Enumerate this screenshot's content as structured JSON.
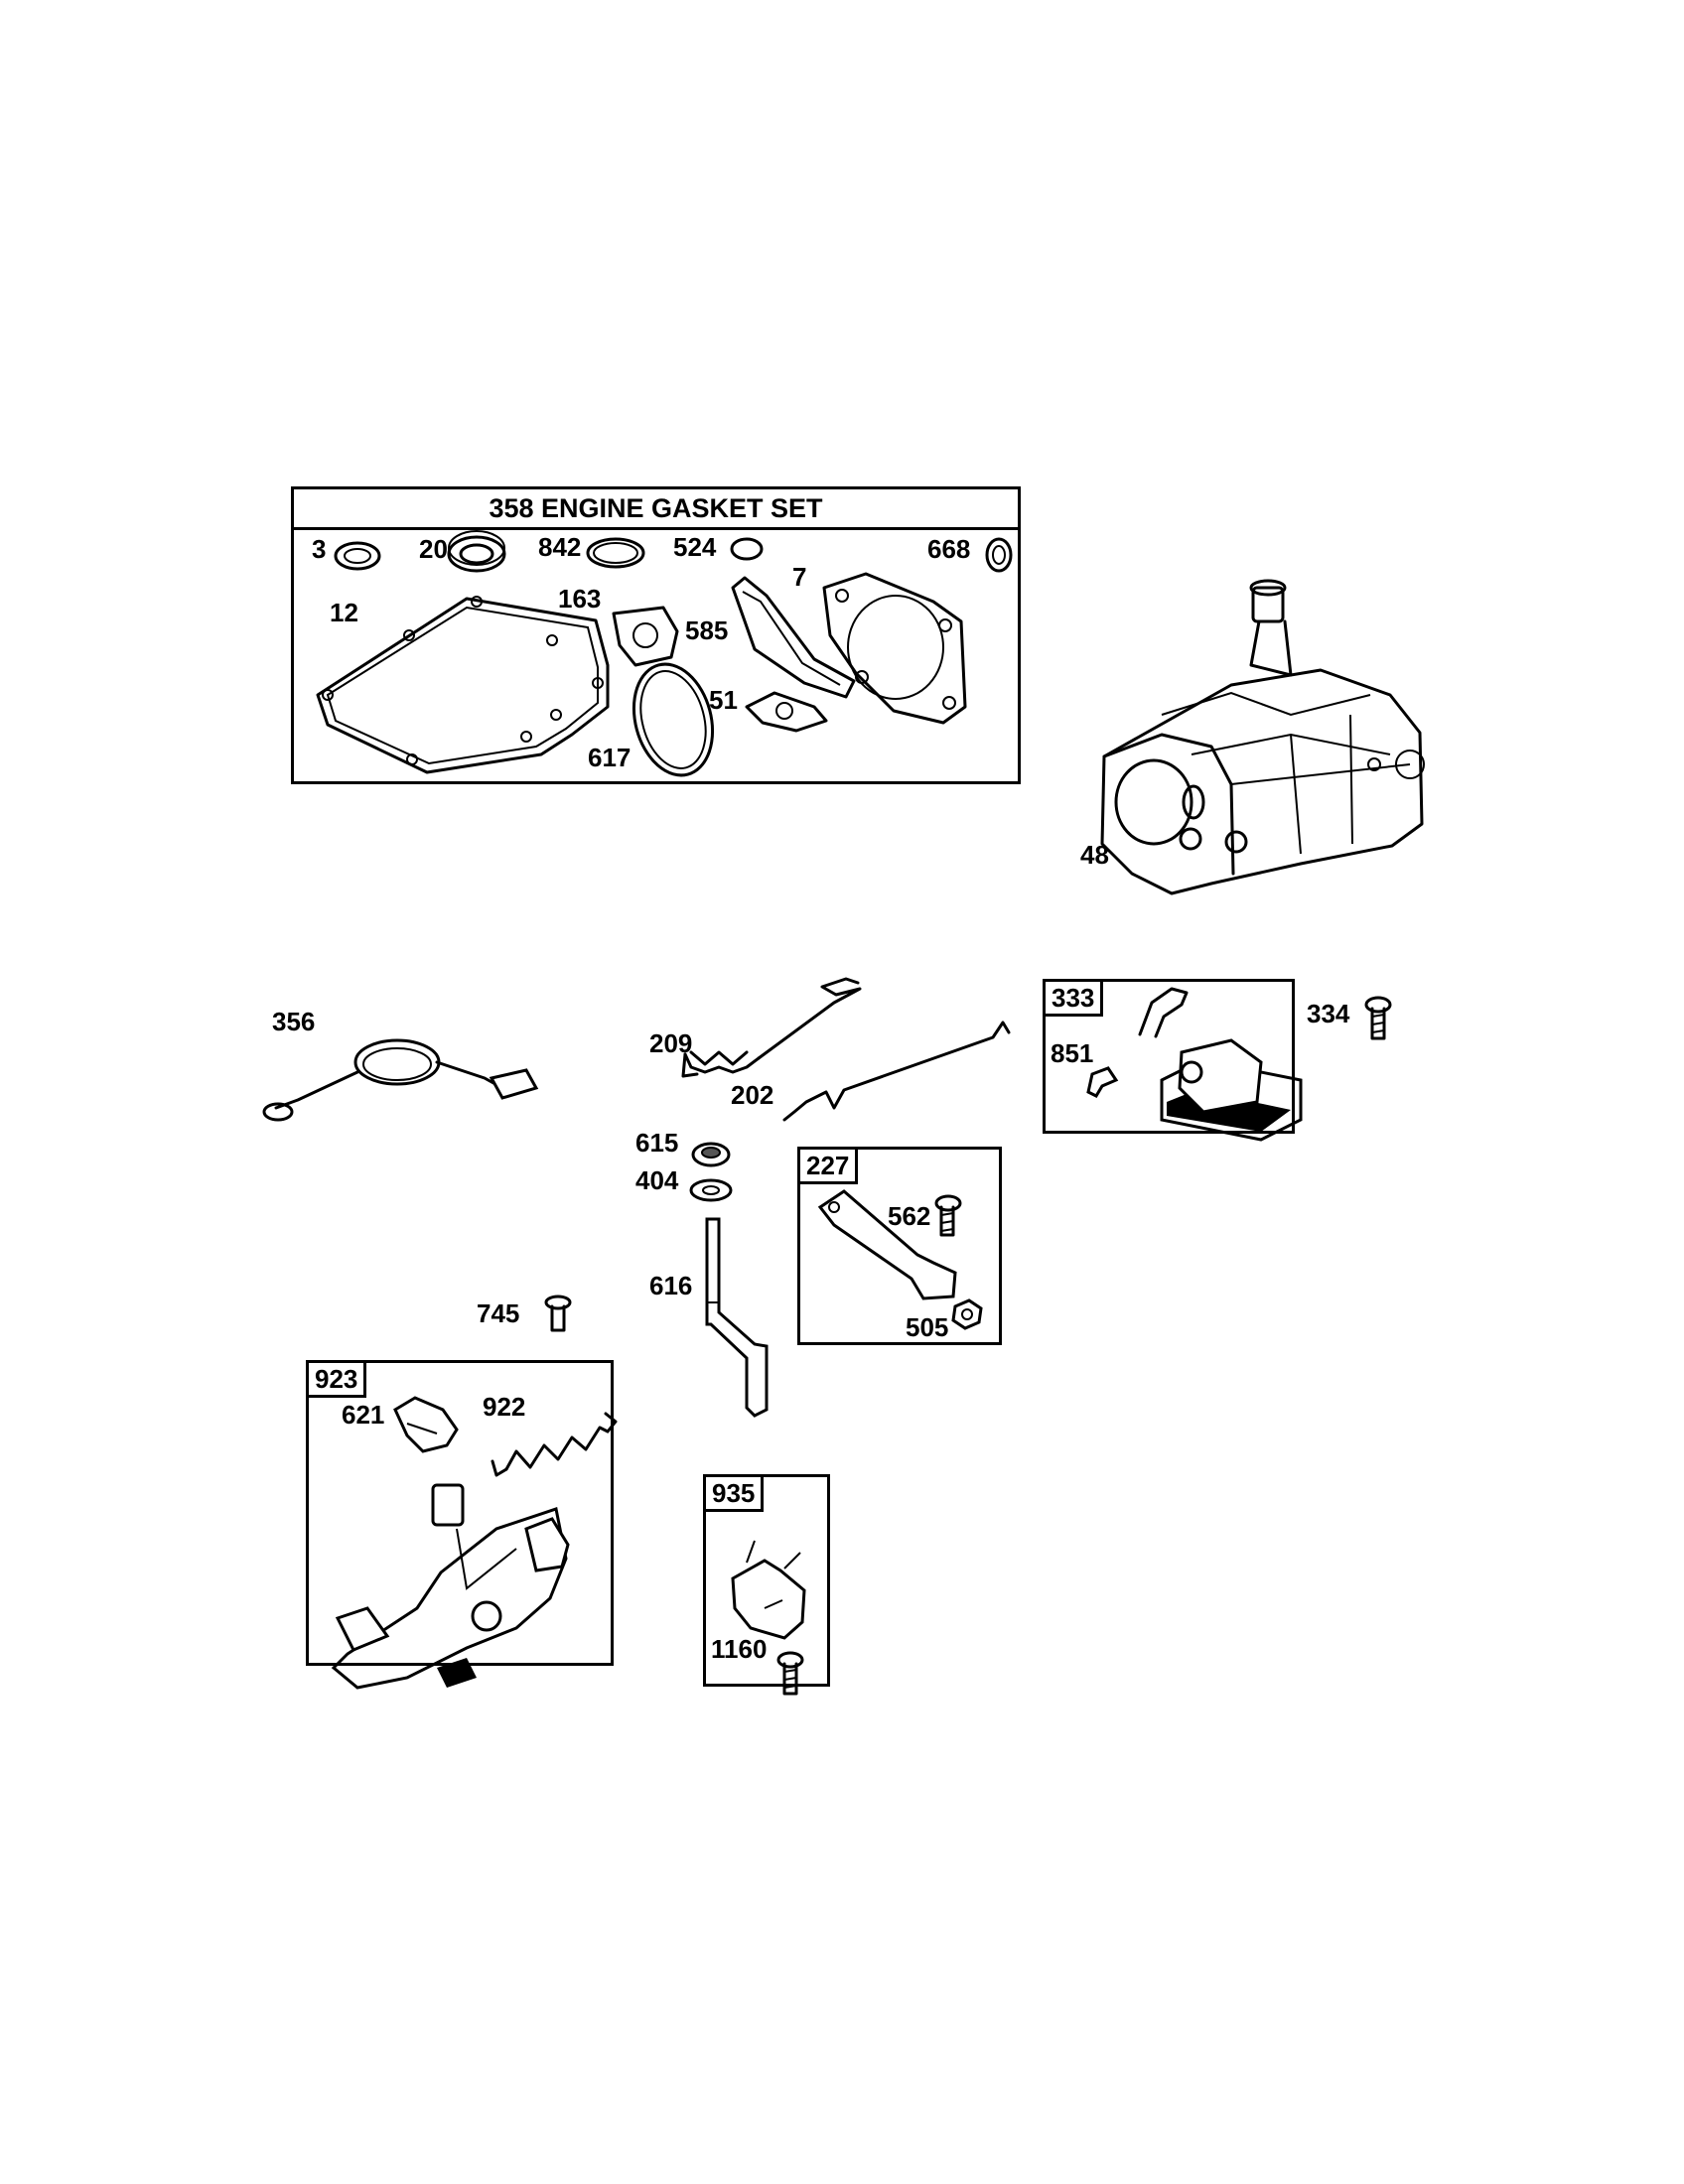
{
  "gasket_set": {
    "number": "358",
    "title": "358 ENGINE GASKET SET"
  },
  "kits": {
    "k333": "333",
    "k227": "227",
    "k923": "923",
    "k935": "935"
  },
  "labels": {
    "p3": "3",
    "p20": "20",
    "p842": "842",
    "p524": "524",
    "p668": "668",
    "p7": "7",
    "p12": "12",
    "p163": "163",
    "p585": "585",
    "p51": "51",
    "p617": "617",
    "p48": "48",
    "p356": "356",
    "p209": "209",
    "p202": "202",
    "p851": "851",
    "p334": "334",
    "p615": "615",
    "p404": "404",
    "p562": "562",
    "p616": "616",
    "p505": "505",
    "p745": "745",
    "p621": "621",
    "p922": "922",
    "p1160": "1160"
  },
  "colors": {
    "ink": "#000000",
    "paper": "#ffffff"
  }
}
